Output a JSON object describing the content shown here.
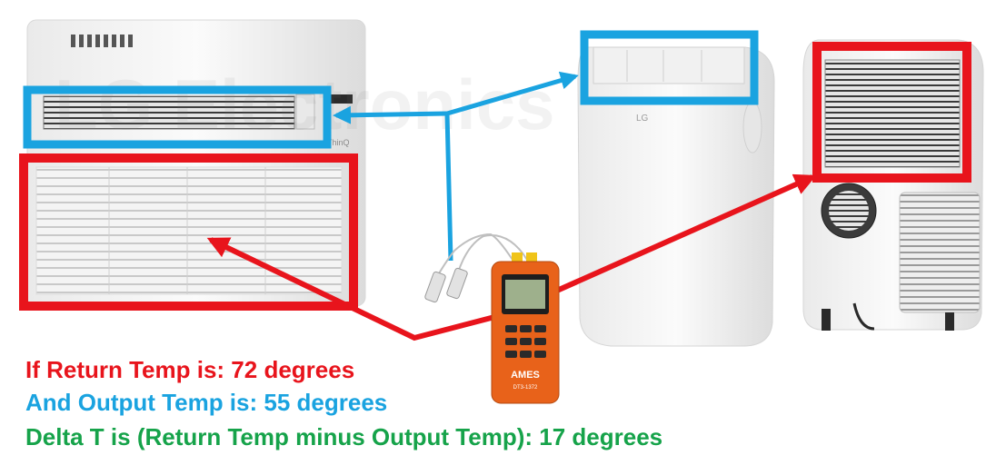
{
  "watermark": "LG Electronics",
  "window_unit": {
    "brand_badge": "ThinQ"
  },
  "portable_unit": {
    "logo": "LG"
  },
  "thermometer": {
    "brand": "AMES",
    "model": "DT3-1372"
  },
  "explanation": [
    {
      "text": "If Return Temp is: 72 degrees",
      "color": "#e8141c"
    },
    {
      "text": "And Output Temp is: 55 degrees",
      "color": "#1aa3e0"
    },
    {
      "text": "Delta T is (Return Temp minus Output Temp): 17 degrees",
      "color": "#16a34a"
    }
  ],
  "colors": {
    "return_air": "#e8141c",
    "output_air": "#1aa3e0",
    "delta": "#16a34a",
    "meter_body": "#e8621a"
  }
}
